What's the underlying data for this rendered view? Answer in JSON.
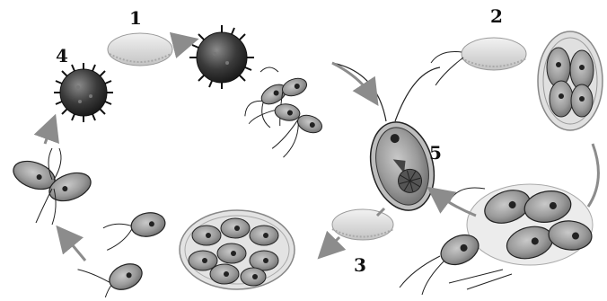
{
  "diagram": {
    "labels": {
      "one": "1",
      "two": "2",
      "three": "3",
      "four": "4",
      "five": "5"
    }
  },
  "colors": {
    "cell_fill": "#9a9a9a",
    "cell_inner": "#6e6e6e",
    "membrane": "#d2d2d2",
    "arrow": "#8c8c8c",
    "zygote": "#2b2b2b",
    "outline": "#1a1a1a"
  }
}
